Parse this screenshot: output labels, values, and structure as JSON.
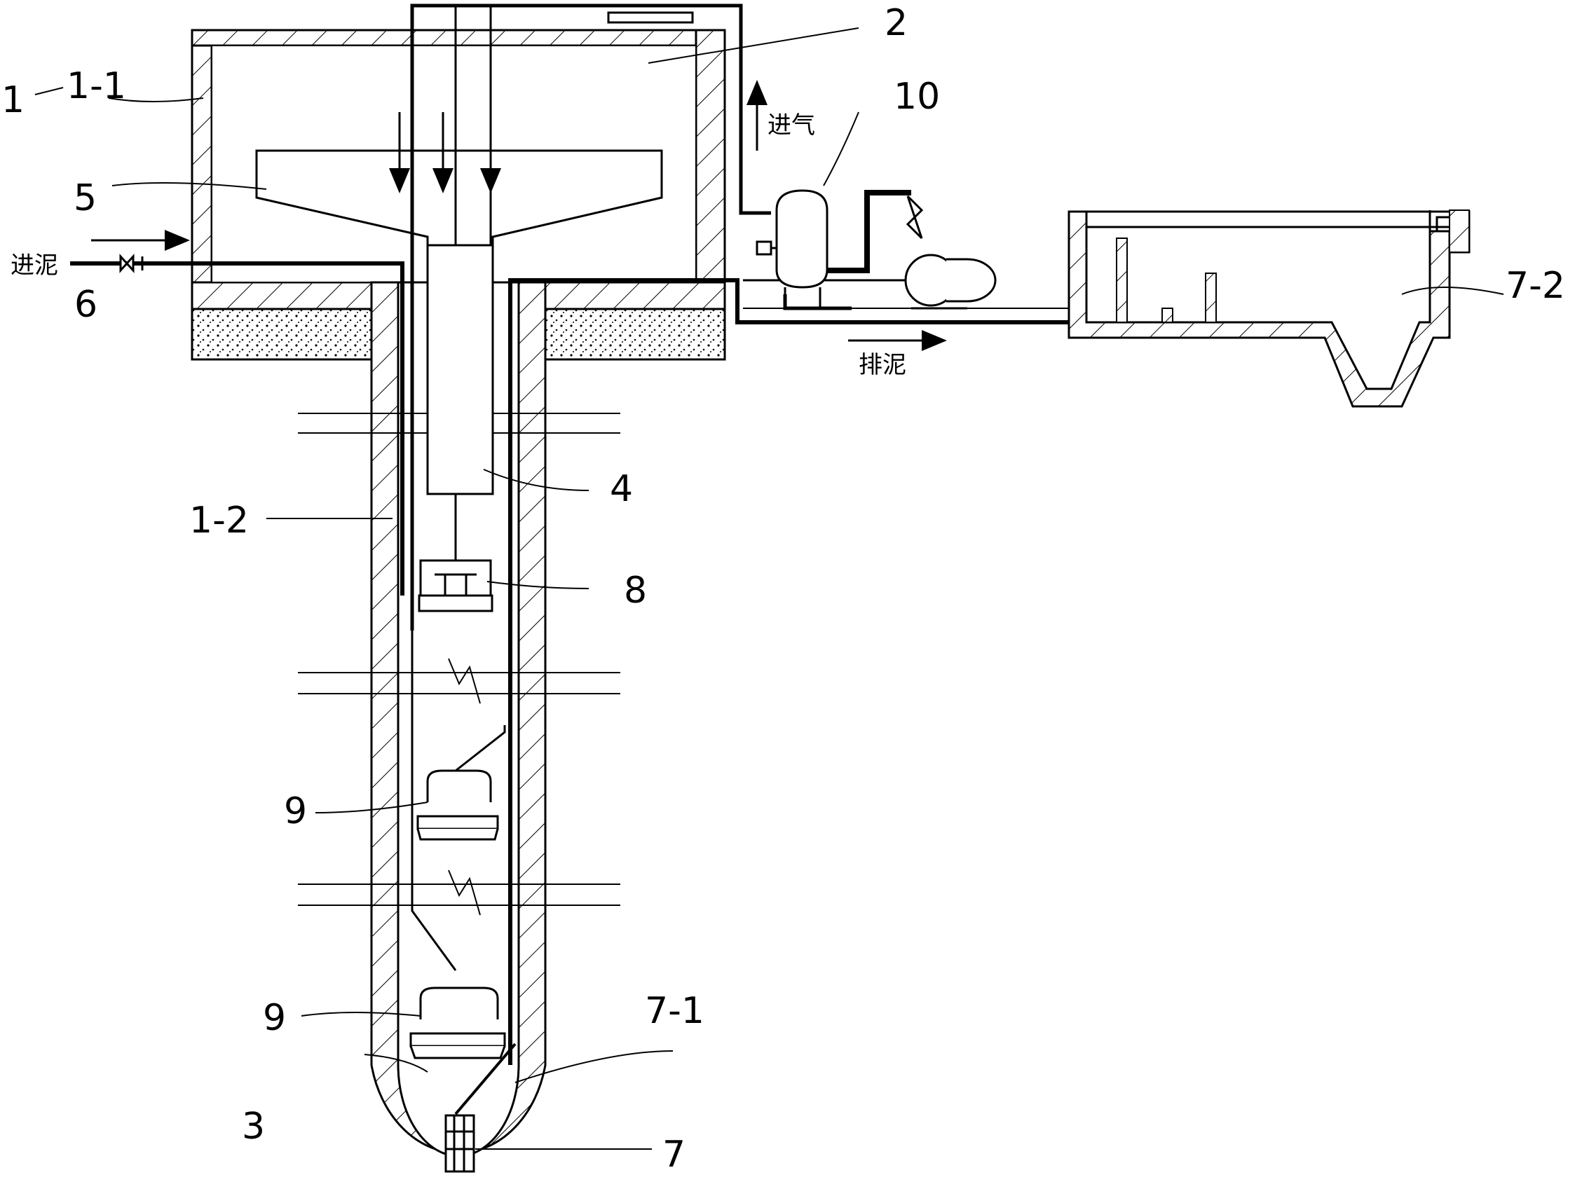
{
  "labels": {
    "l1": "1",
    "l1_1": "1-1",
    "l1_2": "1-2",
    "l2": "2",
    "l3": "3",
    "l4": "4",
    "l5": "5",
    "l6": "6",
    "l7": "7",
    "l7_1": "7-1",
    "l7_2": "7-2",
    "l8": "8",
    "l9a": "9",
    "l9b": "9",
    "l10": "10"
  },
  "annotations": {
    "inlet_sludge": "进泥",
    "inlet_air": "进气",
    "discharge_sludge": "排泥"
  }
}
